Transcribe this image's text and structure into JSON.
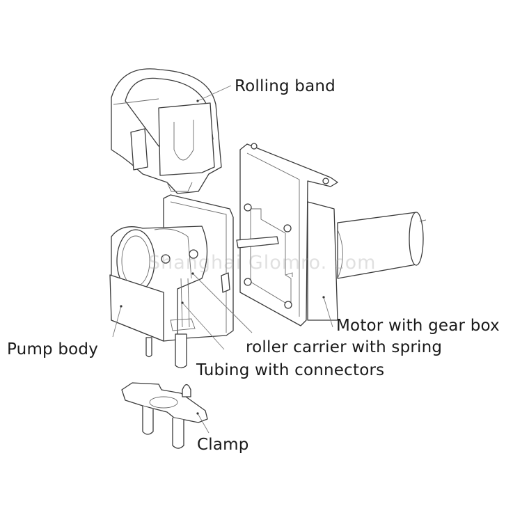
{
  "diagram": {
    "type": "exploded-view technical drawing",
    "subject": "peristaltic pump assembly",
    "labels": {
      "rolling_band": "Rolling band",
      "motor_with_gear_box": "Motor with gear box",
      "roller_carrier_with_spring": "roller carrier with spring",
      "pump_body": "Pump body",
      "tubing_with_connectors": "Tubing with connectors",
      "clamp": "Clamp"
    },
    "watermark": "Shanghai Glomro. com",
    "colors": {
      "background": "#ffffff",
      "line": "#3a3a3a",
      "text": "#1a1a1a"
    }
  }
}
